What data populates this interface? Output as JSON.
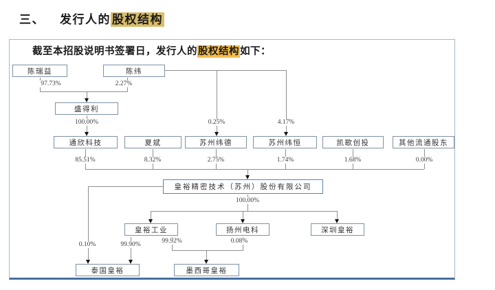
{
  "title": {
    "number": "三、",
    "before_highlight": "发行人的",
    "highlight": "股权结构"
  },
  "intro": {
    "before_highlight": "截至本招股说明书签署日，发行人的",
    "highlight": "股权结构",
    "after_highlight": "如下："
  },
  "nodes": {
    "chen_ruiyi": "陈瑞益",
    "chen_wei": "陈纬",
    "shengdeli": "盛得利",
    "tongxin": "通欣科技",
    "xia_bin": "夏斌",
    "suzhou_weide": "苏州纬德",
    "suzhou_weiheng": "苏州纬恒",
    "kaige": "凯歌创投",
    "other_shareholders": "其他流通股东",
    "issuer": "皇裕精密技术（苏州）股份有限公司",
    "huangyu_industry": "皇裕工业",
    "yangzhou": "扬州电科",
    "shenzhen": "深圳皇裕",
    "thailand": "泰国皇裕",
    "mexico": "墨西哥皇裕"
  },
  "percents": {
    "chen_ruiyi_to_shengdeli": "97.73%",
    "chen_wei_to_shengdeli": "2.27%",
    "shengdeli_to_tongxin": "100.00%",
    "chen_wei_to_suzhou_weide": "0.25%",
    "chen_wei_to_suzhou_weiheng": "4.17%",
    "tongxin_to_issuer": "85.51%",
    "xia_bin_to_issuer": "8.32%",
    "suzhou_weide_to_issuer": "2.75%",
    "suzhou_weiheng_to_issuer": "1.74%",
    "kaige_to_issuer": "1.68%",
    "other_to_issuer": "0.00%",
    "issuer_to_subsidiaries": "100.00%",
    "issuer_to_thailand": "0.10%",
    "industry_to_thailand": "99.90%",
    "industry_to_mexico": "99.92%",
    "yangzhou_to_mexico": "0.08%"
  },
  "colors": {
    "title_highlight": "#d9bd6a",
    "body_highlight": "#f5bc4e",
    "issuer_border": "#4f86c0",
    "frame_border": "#a3b8cf",
    "frame_bottom_border": "#44719f"
  }
}
